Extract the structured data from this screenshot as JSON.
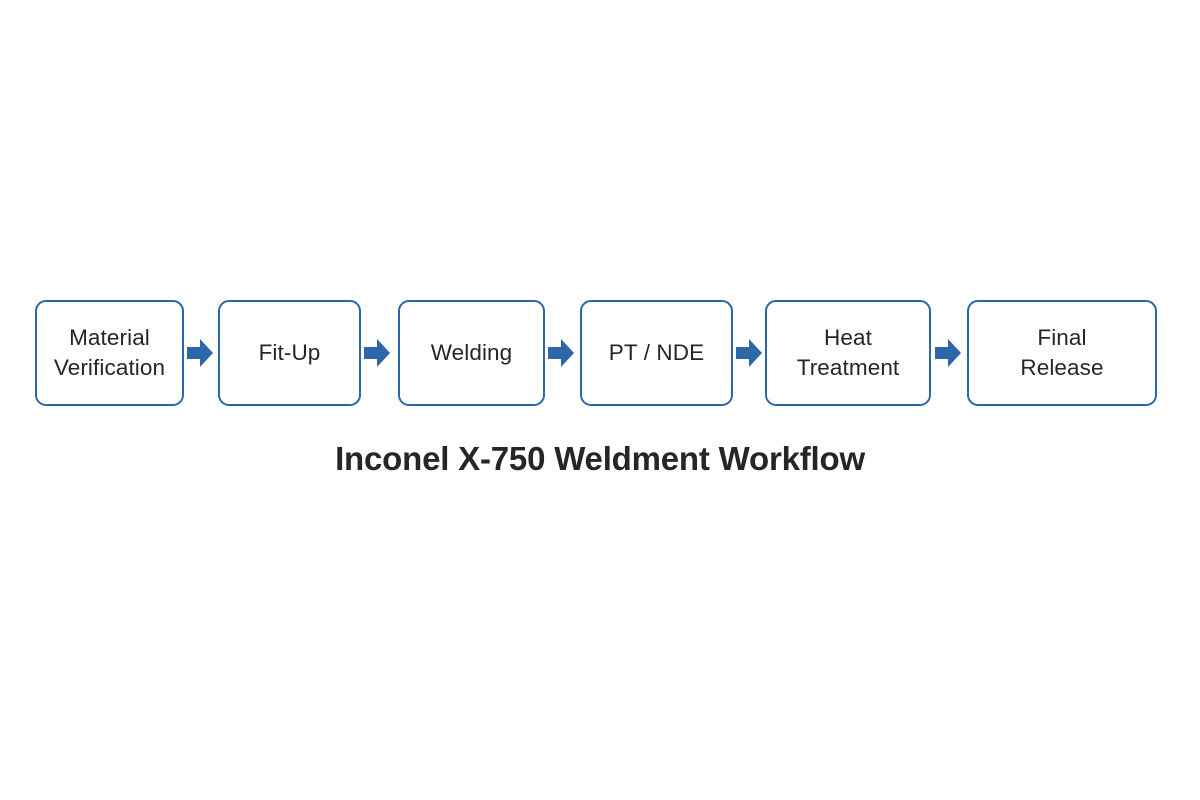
{
  "diagram": {
    "title": "Inconel X-750 Weldment Workflow",
    "type": "linear-process-flow",
    "orientation": "left-to-right",
    "background_color": "#FFFFFF",
    "node_border_color": "#2E67A8",
    "node_fill_color": "#FFFFFF",
    "arrow_color": "#2E67A8",
    "text_color": "#262626",
    "step_count": 6,
    "steps": [
      {
        "index": 1,
        "label": "Material\nVerification",
        "line1": "Material",
        "line2": "Verification"
      },
      {
        "index": 2,
        "label": "Fit-Up",
        "line1": "Fit-Up",
        "line2": ""
      },
      {
        "index": 3,
        "label": "Welding",
        "line1": "Welding",
        "line2": ""
      },
      {
        "index": 4,
        "label": "PT / NDE",
        "line1": "PT / NDE",
        "line2": ""
      },
      {
        "index": 5,
        "label": "Heat\nTreatment",
        "line1": "Heat",
        "line2": "Treatment"
      },
      {
        "index": 6,
        "label": "Final\nRelease",
        "line1": "Final",
        "line2": "Release"
      }
    ],
    "connectors": [
      {
        "from": "Material Verification",
        "to": "Fit-Up",
        "icon": "right-block-arrow-icon"
      },
      {
        "from": "Fit-Up",
        "to": "Welding",
        "icon": "right-block-arrow-icon"
      },
      {
        "from": "Welding",
        "to": "PT / NDE",
        "icon": "right-block-arrow-icon"
      },
      {
        "from": "PT / NDE",
        "to": "Heat Treatment",
        "icon": "right-block-arrow-icon"
      },
      {
        "from": "Heat Treatment",
        "to": "Final Release",
        "icon": "right-block-arrow-icon"
      }
    ]
  }
}
